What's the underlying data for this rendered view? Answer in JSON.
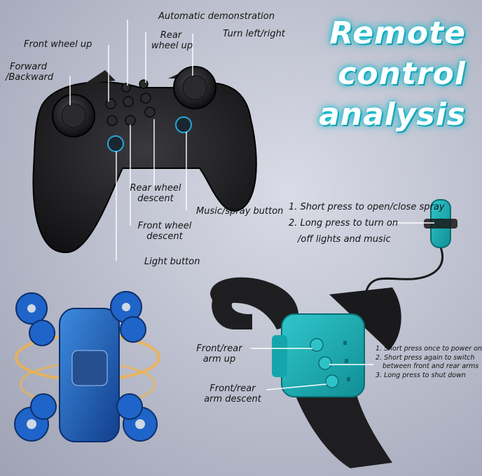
{
  "title": {
    "line1": "Remote",
    "line2": "control",
    "line3": "analysis"
  },
  "controller_labels": {
    "automatic_demonstration": "Automatic demonstration",
    "front_wheel_up": "Front wheel up",
    "rear_wheel_up_1": "Rear",
    "rear_wheel_up_2": "wheel up",
    "turn_left_right": "Turn left/right",
    "forward_backward_1": "Forward",
    "forward_backward_2": "/Backward",
    "rear_wheel_descent_1": "Rear wheel",
    "rear_wheel_descent_2": "descent",
    "front_wheel_descent_1": "Front wheel",
    "front_wheel_descent_2": "descent",
    "music_spray_button": "Music/spray button",
    "light_button": "Light button"
  },
  "cable_remote_labels": {
    "line1": "1. Short press to open/close spray",
    "line2": "2. Long press to turn on",
    "line3": "/off lights and music"
  },
  "watch_labels": {
    "front_rear_arm_up_1": "Front/rear",
    "front_rear_arm_up_2": "arm up",
    "front_rear_arm_descent_1": "Front/rear",
    "front_rear_arm_descent_2": "arm descent",
    "note1": "1. Short press once to power on",
    "note2a": "2. Short press again to switch",
    "note2b": "between front and rear arms",
    "note3": "3. Long press to shut down"
  },
  "colors": {
    "accent_teal": "#1fb3b8",
    "controller_black": "#1c1c1e",
    "car_blue": "#1f5fb8",
    "ring_gold": "#f0b34a"
  }
}
